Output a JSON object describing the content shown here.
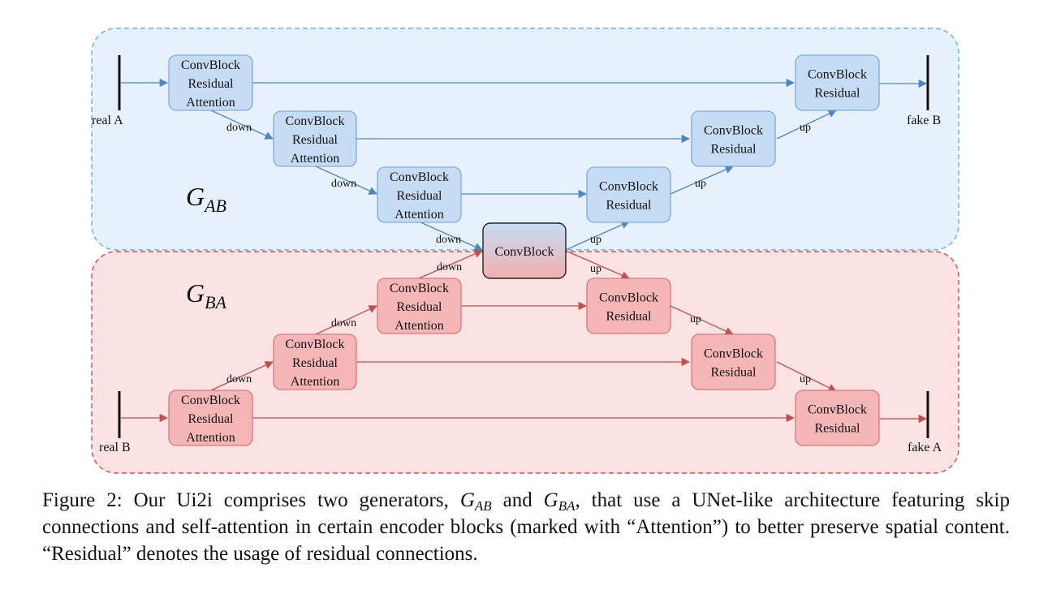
{
  "diagram": {
    "generator_ab": {
      "main": "G",
      "sub": "AB"
    },
    "generator_ba": {
      "main": "G",
      "sub": "BA"
    },
    "io": {
      "real_a": "real A",
      "fake_b": "fake B",
      "real_b": "real B",
      "fake_a": "fake A"
    },
    "edge_labels": {
      "down": "down",
      "up": "up"
    },
    "blocks": {
      "bottleneck": [
        "ConvBlock"
      ],
      "ab_enc_1": [
        "ConvBlock",
        "Residual",
        "Attention"
      ],
      "ab_enc_2": [
        "ConvBlock",
        "Residual",
        "Attention"
      ],
      "ab_enc_3": [
        "ConvBlock",
        "Residual",
        "Attention"
      ],
      "ab_dec_3": [
        "ConvBlock",
        "Residual"
      ],
      "ab_dec_2": [
        "ConvBlock",
        "Residual"
      ],
      "ab_dec_1": [
        "ConvBlock",
        "Residual"
      ],
      "ba_enc_1": [
        "ConvBlock",
        "Residual",
        "Attention"
      ],
      "ba_enc_2": [
        "ConvBlock",
        "Residual",
        "Attention"
      ],
      "ba_enc_3": [
        "ConvBlock",
        "Residual",
        "Attention"
      ],
      "ba_dec_3": [
        "ConvBlock",
        "Residual"
      ],
      "ba_dec_2": [
        "ConvBlock",
        "Residual"
      ],
      "ba_dec_1": [
        "ConvBlock",
        "Residual"
      ]
    },
    "colors": {
      "blue_region_fill": "#e6f1fb",
      "blue_region_stroke": "#5fb3e0",
      "red_region_fill": "#fbe3e3",
      "red_region_stroke": "#dd4a4a",
      "blue_block_fill": "#c6dcf4",
      "blue_block_stroke": "#6f9fd3",
      "blue_edge": "#4f86c0",
      "red_block_fill": "#f4b6b6",
      "red_block_stroke": "#d66767",
      "red_edge": "#c0504d"
    }
  },
  "caption": {
    "prefix": "Figure 2: Our Ui2i comprises two generators,",
    "g1_main": "G",
    "g1_sub": "AB",
    "mid": "and",
    "g2_main": "G",
    "g2_sub": "BA",
    "suffix": ", that use a UNet-like architecture featuring skip connections and self-attention in certain encoder blocks (marked with “Attention”) to better preserve spatial content. “Residual” denotes the usage of residual connections."
  }
}
